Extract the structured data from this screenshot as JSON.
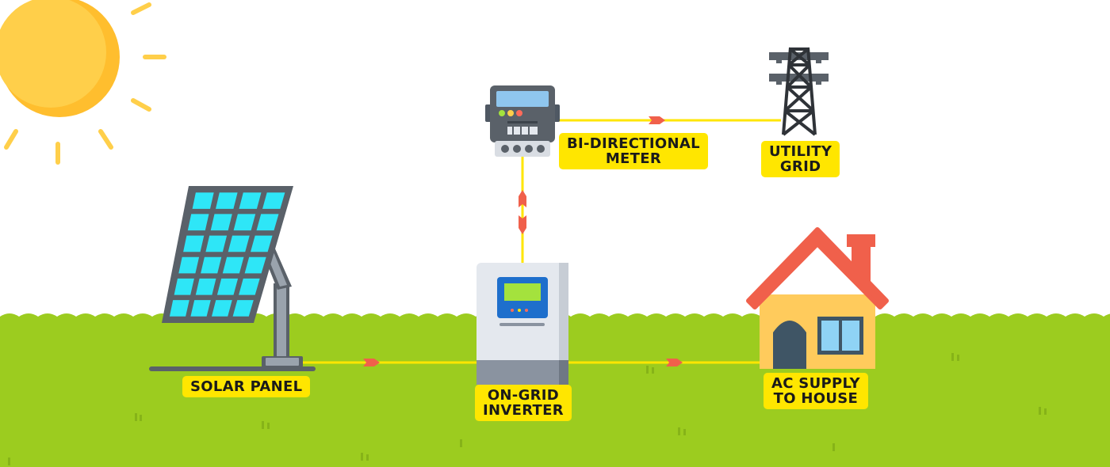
{
  "colors": {
    "background": "#ffffff",
    "grass": "#9ccc1f",
    "sun": "#ffcf4a",
    "wire": "#ffe600",
    "arrow": "#f0604b",
    "label_bg": "#ffe600",
    "panel_cell": "#2ee6f7",
    "roof": "#f0604b",
    "house_wall": "#ffcb5c"
  },
  "nodes": {
    "solar_panel": {
      "label_lines": [
        "SOLAR PANEL"
      ],
      "icon": "solar-panel-icon"
    },
    "inverter": {
      "label_lines": [
        "ON-GRID",
        "INVERTER"
      ],
      "icon": "inverter-icon"
    },
    "meter": {
      "label_lines": [
        "BI-DIRECTIONAL",
        "METER"
      ],
      "icon": "meter-icon"
    },
    "grid": {
      "label_lines": [
        "UTILITY",
        "GRID"
      ],
      "icon": "transmission-tower-icon"
    },
    "house": {
      "label_lines": [
        "AC SUPPLY",
        "TO HOUSE"
      ],
      "icon": "house-icon"
    }
  },
  "edges": [
    {
      "from": "solar_panel",
      "to": "inverter",
      "direction": "forward"
    },
    {
      "from": "inverter",
      "to": "house",
      "direction": "forward"
    },
    {
      "from": "inverter",
      "to": "meter",
      "direction": "bidirectional"
    },
    {
      "from": "meter",
      "to": "grid",
      "direction": "forward"
    }
  ]
}
